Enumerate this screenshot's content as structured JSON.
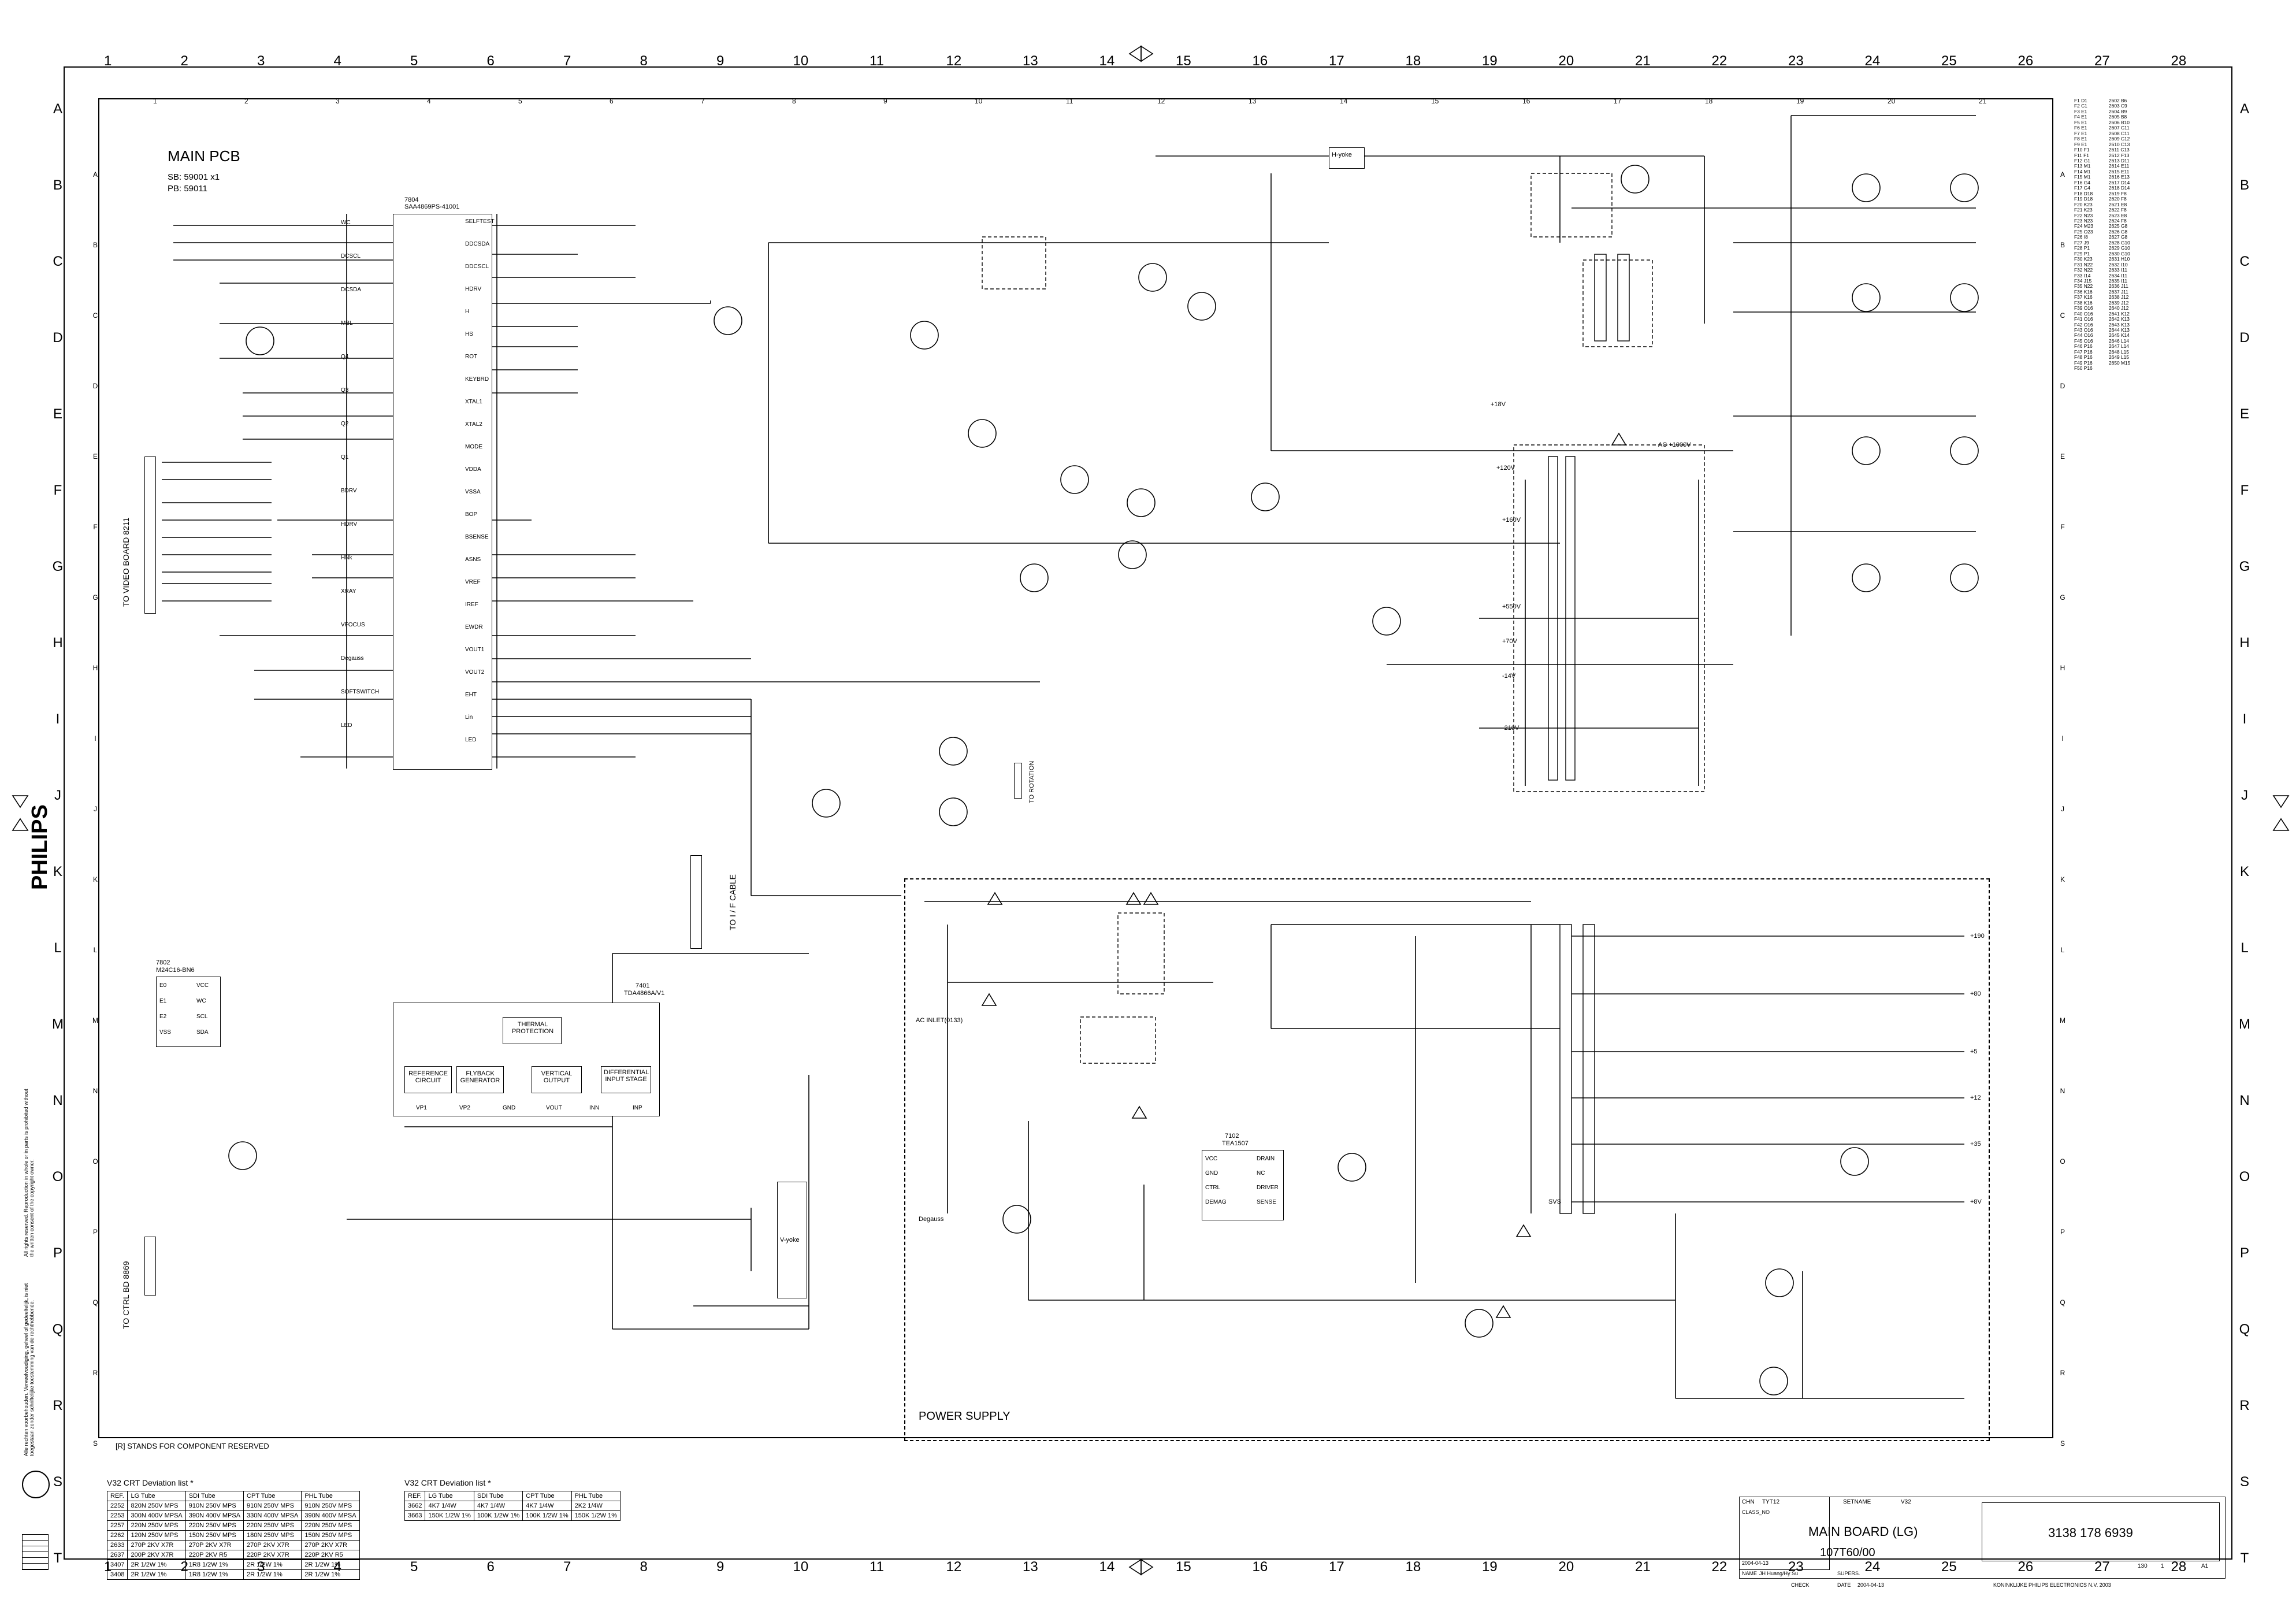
{
  "grid": {
    "columns": [
      "1",
      "2",
      "3",
      "4",
      "5",
      "6",
      "7",
      "8",
      "9",
      "10",
      "11",
      "12",
      "13",
      "14",
      "15",
      "16",
      "17",
      "18",
      "19",
      "20",
      "21",
      "22",
      "23",
      "24",
      "25",
      "26",
      "27",
      "28"
    ],
    "rows": [
      "A",
      "B",
      "C",
      "D",
      "E",
      "F",
      "G",
      "H",
      "I",
      "J",
      "K",
      "L",
      "M",
      "N",
      "O",
      "P",
      "Q",
      "R",
      "S",
      "T"
    ],
    "inner_columns": [
      "1",
      "2",
      "3",
      "4",
      "5",
      "6",
      "7",
      "8",
      "9",
      "10",
      "11",
      "12",
      "13",
      "14",
      "15",
      "16",
      "17",
      "18",
      "19",
      "20",
      "21"
    ],
    "inner_rows": [
      "A",
      "B",
      "C",
      "D",
      "E",
      "F",
      "G",
      "H",
      "I",
      "J",
      "K",
      "L",
      "M",
      "N",
      "O",
      "P",
      "Q",
      "R",
      "S"
    ]
  },
  "header": {
    "title": "MAIN PCB",
    "sb": "SB: 59001 x1",
    "pb": "PB: 59011"
  },
  "brand": "PHILIPS",
  "copyright_en": "All rights reserved. Reproduction in whole or in parts is prohibited without the written consent of the copyright owner.",
  "copyright_nl": "Alle rechten voorbehouden. Verveelvoudiging, geheel of gedeeltelijk, is niet toegestaan zonder schriftelijke toestemming van de rechthebbende.",
  "note_reserved": "[R] STANDS FOR COMPONENT RESERVED",
  "power_supply_title": "POWER SUPPLY",
  "main_ic": {
    "ref": "7804",
    "part": "SAA4869PS-41001",
    "pins_left": [
      "WC",
      "DCSCL",
      "DCSDA",
      "MBL",
      "Q4",
      "Q3",
      "Q2",
      "Q1",
      "BDRV",
      "HDRV",
      "HNk",
      "XRAY",
      "VFOCUS",
      "Degauss",
      "SOFTSWITCH",
      "LED"
    ],
    "pins_right": [
      "SELFTEST",
      "DDCSDA",
      "DDCSCL",
      "HDRV",
      "H",
      "HS",
      "ROT",
      "KEYBRD",
      "XTAL1",
      "XTAL2",
      "MODE",
      "VDDA",
      "VSSA",
      "BOP",
      "BSENSE",
      "ASNS",
      "VREF",
      "IREF",
      "EWDR",
      "VOUT1",
      "VOUT2",
      "EHT",
      "Lin",
      "LED"
    ]
  },
  "ic_7401": {
    "ref": "7401",
    "part": "TDA4866A/V1",
    "blocks": [
      "THERMAL PROTECTION",
      "REFERENCE CIRCUIT",
      "FLYBACK GENERATOR",
      "VERTICAL OUTPUT",
      "DIFFERENTIAL INPUT STAGE"
    ],
    "pins": [
      "VP1",
      "VP2",
      "GND",
      "VOUT",
      "INN",
      "INP"
    ]
  },
  "ic_7102": {
    "ref": "7102",
    "part": "TEA1507",
    "pins": [
      "VCC",
      "GND",
      "CTRL",
      "DEMAG",
      "DRAIN",
      "NC",
      "DRIVER",
      "SENSE"
    ]
  },
  "ic_7802": {
    "ref": "7802",
    "part": "M24C16-BN6",
    "pins": [
      "E0",
      "E1",
      "E2",
      "VSS",
      "VCC",
      "WC",
      "SCL",
      "SDA"
    ]
  },
  "connectors": {
    "video_board": "TO VIDEO BOARD 8211",
    "ctrl_board": "TO CTRL BD 8869",
    "if_cable": "TO I / F CABLE",
    "rotation": "TO ROTATION",
    "ac_inlet": "AC INLET(0133)",
    "yoke": "H-yoke",
    "v_yoke": "V-yoke"
  },
  "labels_power": [
    "+190",
    "+80",
    "+5",
    "+12",
    "+35",
    "+8V",
    "SVS",
    "Degauss",
    "AC +1000V",
    "+18V",
    "+120V",
    "+160V",
    "+70V",
    "-210V",
    "+550V",
    "-14V"
  ],
  "deviation_list_1": {
    "title": "V32  CRT Deviation list *",
    "headers": [
      "REF.",
      "LG Tube",
      "SDI Tube",
      "CPT Tube",
      "PHL Tube"
    ],
    "rows": [
      [
        "2252",
        "820N 250V MPS",
        "910N 250V MPS",
        "910N 250V MPS",
        "910N 250V MPS"
      ],
      [
        "2253",
        "300N 400V MPSA",
        "390N 400V MPSA",
        "330N 400V MPSA",
        "390N 400V MPSA"
      ],
      [
        "2257",
        "220N 250V MPS",
        "220N 250V MPS",
        "220N 250V MPS",
        "220N 250V MPS"
      ],
      [
        "2262",
        "120N 250V MPS",
        "150N 250V MPS",
        "180N 250V MPS",
        "150N 250V MPS"
      ],
      [
        "2633",
        "270P 2KV X7R",
        "270P 2KV X7R",
        "270P 2KV X7R",
        "270P 2KV X7R"
      ],
      [
        "2637",
        "200P 2KV X7R",
        "220P 2KV R5",
        "220P 2KV X7R",
        "220P 2KV R5"
      ],
      [
        "3407",
        "2R  1/2W  1%",
        "1R8  1/2W  1%",
        "2R  1/2W  1%",
        "2R  1/2W  1%"
      ],
      [
        "3408",
        "2R  1/2W  1%",
        "1R8  1/2W  1%",
        "2R  1/2W  1%",
        "2R  1/2W  1%"
      ]
    ]
  },
  "deviation_list_2": {
    "title": "V32  CRT Deviation list *",
    "headers": [
      "REF.",
      "LG Tube",
      "SDI Tube",
      "CPT Tube",
      "PHL Tube"
    ],
    "rows": [
      [
        "3662",
        "4K7  1/4W",
        "4K7  1/4W",
        "4K7  1/4W",
        "2K2  1/4W"
      ],
      [
        "3663",
        "150K  1/2W  1%",
        "100K  1/2W  1%",
        "100K  1/2W  1%",
        "150K  1/2W  1%"
      ]
    ]
  },
  "title_block": {
    "chn": "CHN",
    "tyt": "TYT12",
    "setname_label": "SETNAME",
    "setname": "V32",
    "class_no": "CLASS_NO",
    "board": "MAIN BOARD (LG)",
    "model": "107T60/00",
    "doc_no": "3138 178 6939",
    "date1": "2004-04-13",
    "name_label": "NAME",
    "name": "JH Huang/Hy Su",
    "supers": "SUPERS.",
    "check": "CHECK",
    "date_label": "DATE",
    "date2": "2004-04-13",
    "sheet": "130",
    "sheet_of": "1",
    "size": "A1",
    "company": "KONINKLIJKE PHILIPS ELECTRONICS N.V. 2003"
  },
  "reference_list": [
    "F1 D1",
    "F2 C1",
    "F3 E1",
    "F4 E1",
    "F5 E1",
    "F6 E1",
    "F7 E1",
    "F8 E1",
    "F9 E1",
    "F10 F1",
    "F11 F1",
    "F12 G1",
    "F13 M1",
    "F14 M1",
    "F15 M1",
    "F16 G4",
    "F17 G4",
    "F18 D18",
    "F19 D18",
    "F20 K23",
    "F21 K23",
    "F22 N23",
    "F23 N23",
    "F24 M23",
    "F25 O23",
    "F26 I8",
    "F27 J9",
    "F28 P1",
    "F29 P1",
    "F30 K23",
    "F31 N22",
    "F32 N22",
    "F33 I14",
    "F34 J15",
    "F35 N22",
    "F36 K16",
    "F37 K16",
    "F38 K16",
    "F39 O16",
    "F40 O16",
    "F41 O16",
    "F42 O16",
    "F43 O16",
    "F44 O16",
    "F45 O16",
    "F46 P16",
    "F47 P16",
    "F48 P16",
    "F49 P16",
    "F50 P16"
  ],
  "reference_list2": [
    "2602 B6",
    "2603 C9",
    "2604 B9",
    "2605 B8",
    "2606 B10",
    "2607 C11",
    "2608 C11",
    "2609 C12",
    "2610 C13",
    "2611 C13",
    "2612 F13",
    "2613 D11",
    "2614 E11",
    "2615 E11",
    "2616 E13",
    "2617 D14",
    "2618 D14",
    "2619 F8",
    "2620 F8",
    "2621 E8",
    "2622 F8",
    "2623 E8",
    "2624 F8",
    "2625 G8",
    "2626 G8",
    "2627 G8",
    "2628 G10",
    "2629 G10",
    "2630 G10",
    "2631 H10",
    "2632 I10",
    "2633 I11",
    "2634 I11",
    "2635 I11",
    "2636 J11",
    "2637 J11",
    "2638 J12",
    "2639 J12",
    "2640 J12",
    "2641 K12",
    "2642 K13",
    "2643 K13",
    "2644 K13",
    "2645 K14",
    "2646 L14",
    "2647 L14",
    "2648 L15",
    "2649 L15",
    "2650 M15"
  ]
}
